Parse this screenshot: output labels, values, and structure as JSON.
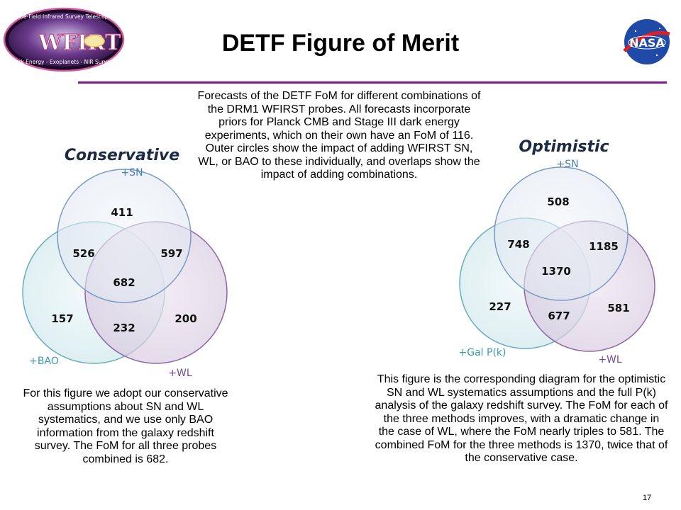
{
  "header": {
    "title": "DETF Figure of Merit",
    "left_logo": {
      "name": "WFIRST",
      "top_text": "Wide-Field Infrared Survey Telescope",
      "bottom_text": "Dark Energy - Exoplanets - NIR Surveys"
    },
    "right_logo": {
      "name": "NASA"
    },
    "accent_color": "#7b1a8e"
  },
  "intro_text": "Forecasts of the DETF FoM for different combinations of the DRM1 WFIRST probes. All forecasts incorporate priors for Planck CMB and Stage III dark energy experiments, which on their own have an FoM of 116. Outer circles show the impact of adding WFIRST SN, WL, or BAO to these individually, and overlaps show the impact of adding combinations.",
  "diagrams": [
    {
      "title": "Conservative",
      "sets": [
        {
          "label": "+SN",
          "color": "#4a7fb5"
        },
        {
          "label": "+BAO",
          "color": "#3a9bb0"
        },
        {
          "label": "+WL",
          "color": "#7a4a8f"
        }
      ],
      "values": {
        "sn": "411",
        "other": "157",
        "wl": "200",
        "sn_other": "526",
        "sn_wl": "597",
        "other_wl": "232",
        "all": "682"
      },
      "caption": "For this figure we adopt our conservative assumptions about SN and WL systematics, and we use only BAO information from the galaxy redshift survey.  The FoM for all three probes combined is 682."
    },
    {
      "title": "Optimistic",
      "sets": [
        {
          "label": "+SN",
          "color": "#4a7fb5"
        },
        {
          "label": "+Gal P(k)",
          "color": "#3a9bb0"
        },
        {
          "label": "+WL",
          "color": "#7a4a8f"
        }
      ],
      "values": {
        "sn": "508",
        "other": "227",
        "wl": "581",
        "sn_other": "748",
        "sn_wl": "1185",
        "other_wl": "677",
        "all": "1370"
      },
      "caption": "This figure is the corresponding diagram for the optimistic SN and WL systematics assumptions and the full P(k) analysis of the galaxy redshift survey.  The FoM for each of the three methods improves, with a dramatic change in the case of WL, where the FoM nearly triples to 581.  The combined FoM for the three methods is 1370, twice that of the conservative case."
    }
  ],
  "page_number": "17"
}
